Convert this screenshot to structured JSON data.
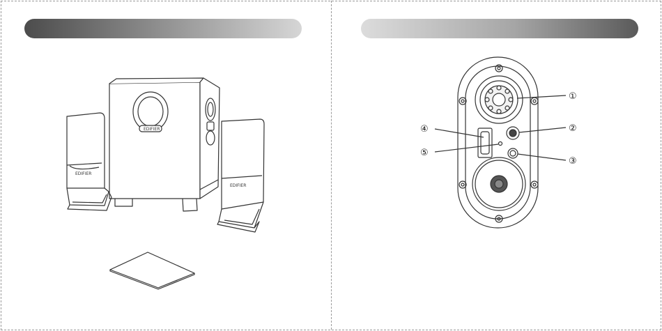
{
  "left_page": {
    "header_title": "",
    "speaker_logo": "EDIFIER",
    "items": [
      "subwoofer",
      "satellite-left",
      "satellite-right",
      "manual"
    ]
  },
  "right_page": {
    "header_title": "",
    "callouts": [
      {
        "number": "①"
      },
      {
        "number": "②"
      },
      {
        "number": "③"
      },
      {
        "number": "④"
      },
      {
        "number": "⑤"
      }
    ]
  },
  "colors": {
    "border": "#9a9a9a",
    "line": "#333333",
    "bar_dark": "#4c4c4c",
    "bar_light": "#dcdcdc"
  }
}
